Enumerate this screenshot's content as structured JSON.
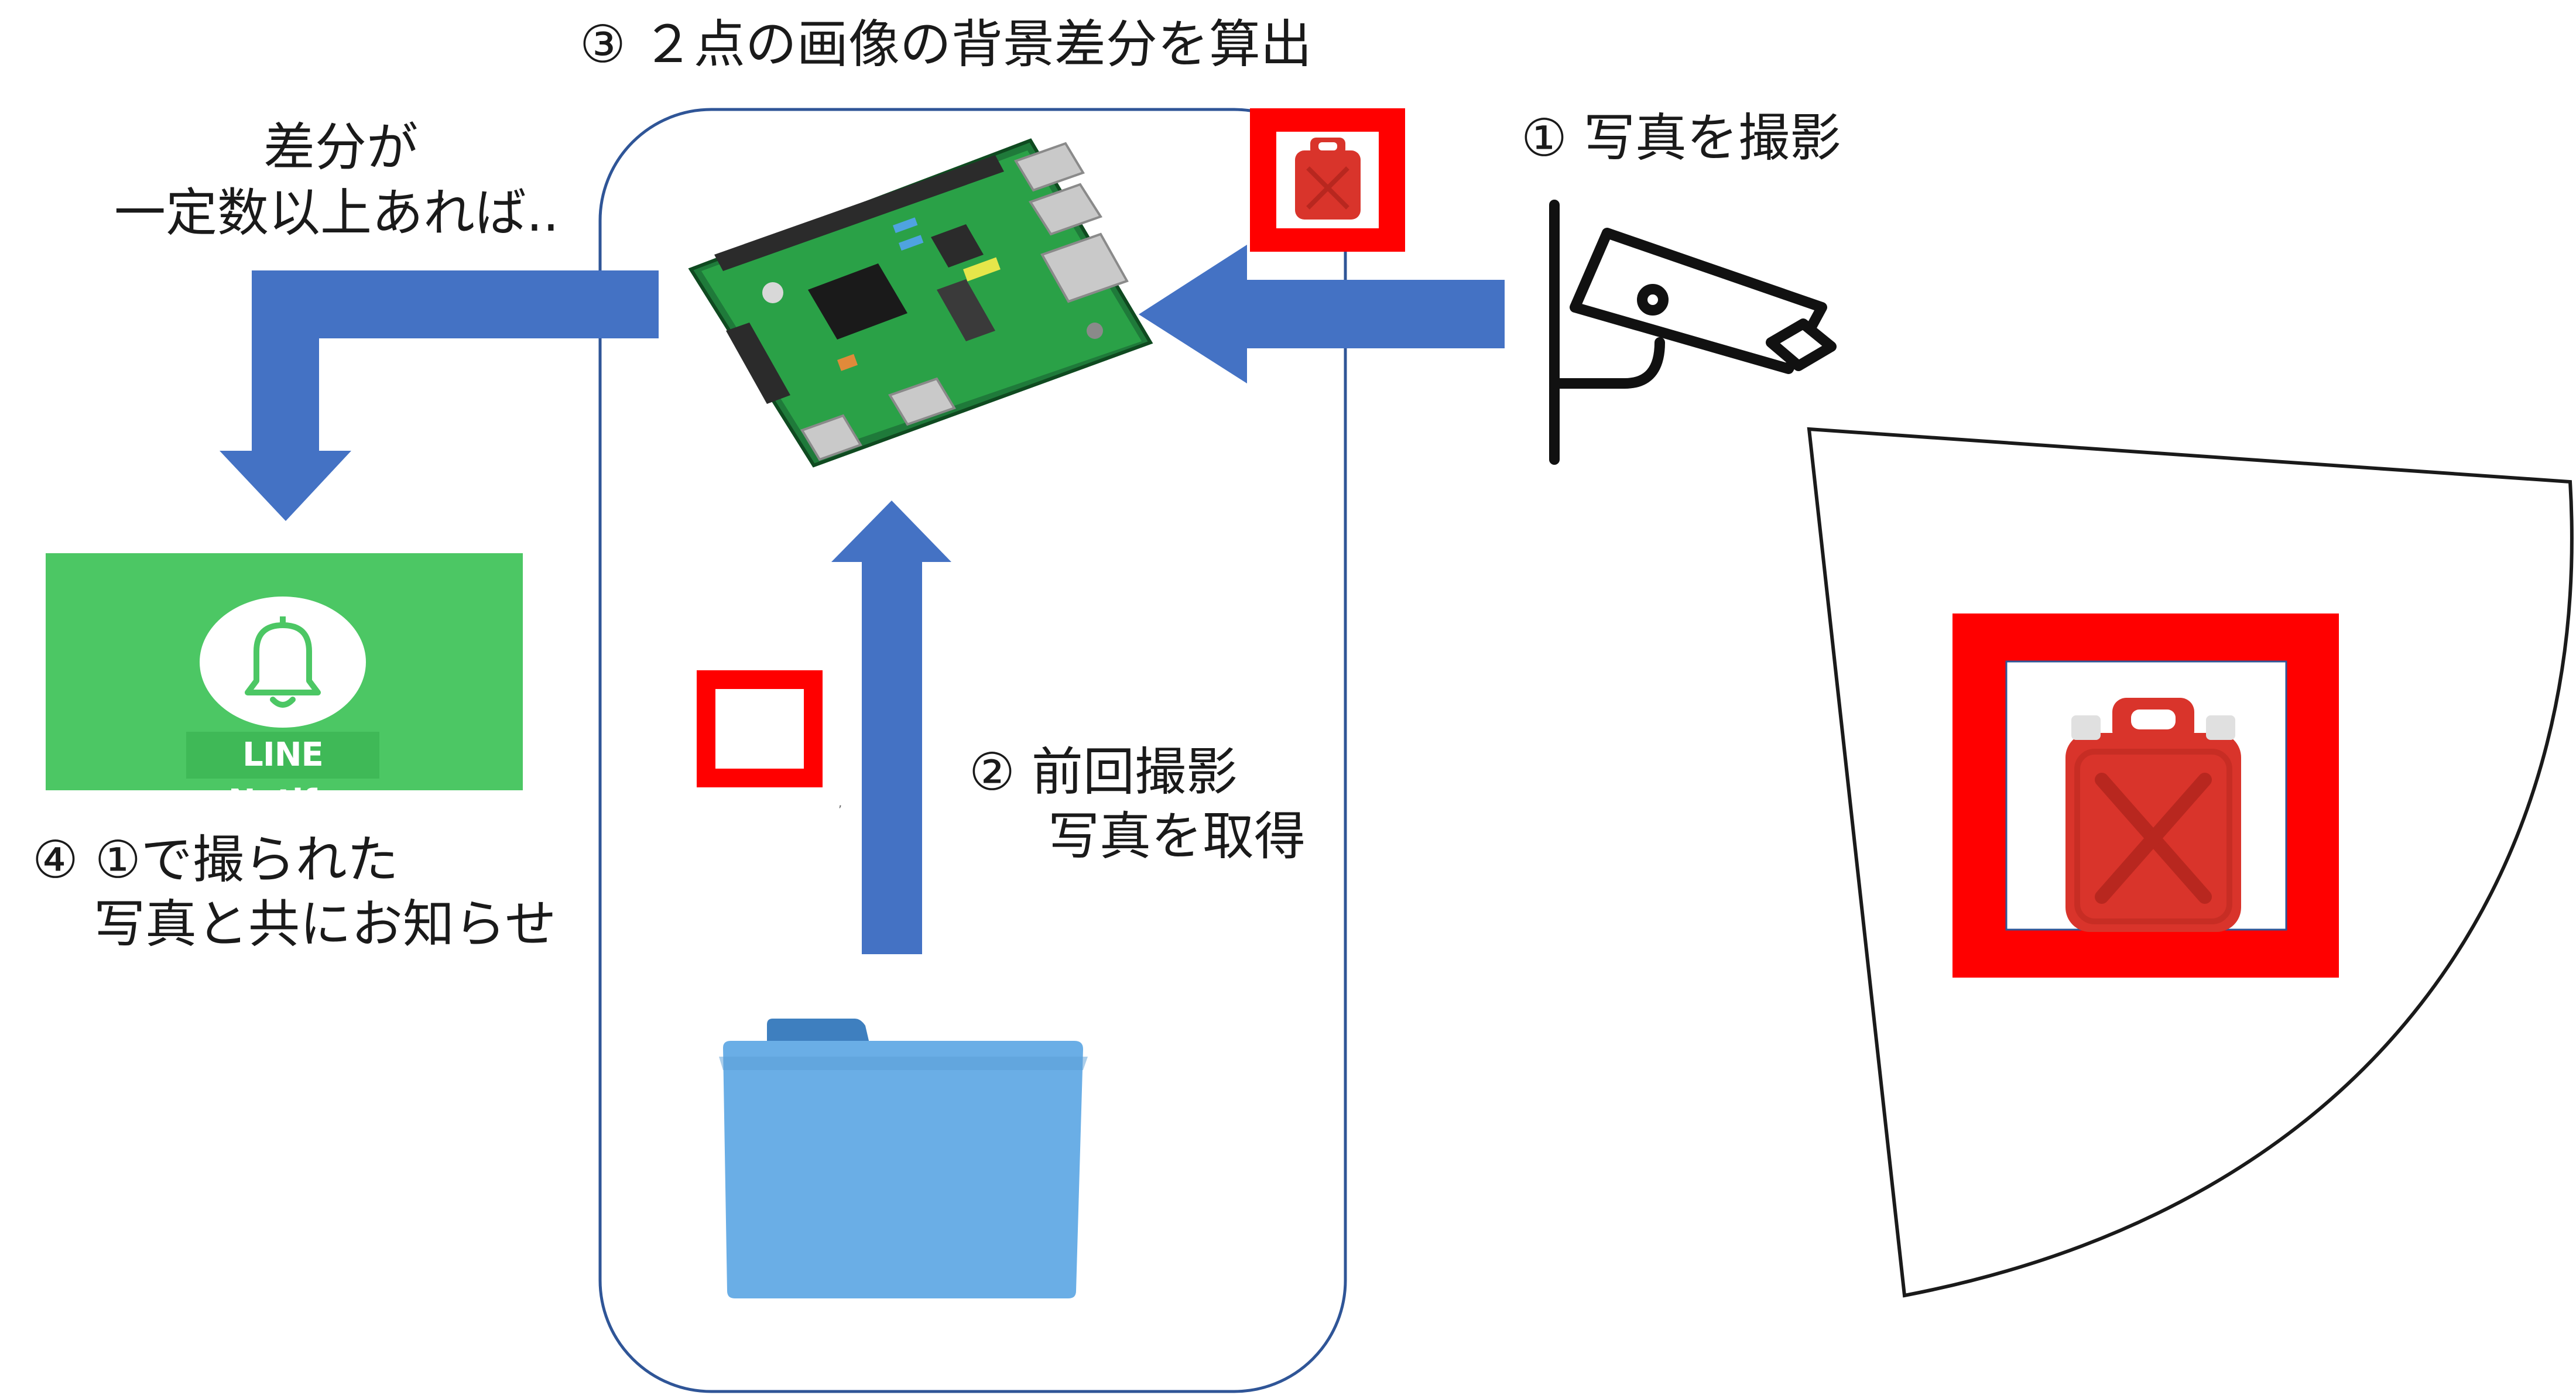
{
  "labels": {
    "step3": "③ ２点の画像の背景差分を算出",
    "step1": "① 写真を撮影",
    "diff_line1": "差分が",
    "diff_line2": "一定数以上あれば..",
    "step2_line1": "② 前回撮影",
    "step2_line2": "写真を取得",
    "step4_line1": "④ ①で撮られた",
    "step4_line2": "写真と共にお知らせ"
  },
  "line_notify": {
    "badge": "LINE Notify"
  },
  "icons": {
    "board": "raspberry-pi-icon",
    "camera": "security-camera-icon",
    "folder": "folder-icon",
    "tank": "fuel-tank-icon",
    "bell": "bell-icon"
  },
  "colors": {
    "arrow": "#4472c4",
    "frame": "#ff0000",
    "line_green": "#4cc764",
    "container_border": "#2f5597",
    "tank": "#d9342b",
    "folder": "#6aaee6"
  }
}
